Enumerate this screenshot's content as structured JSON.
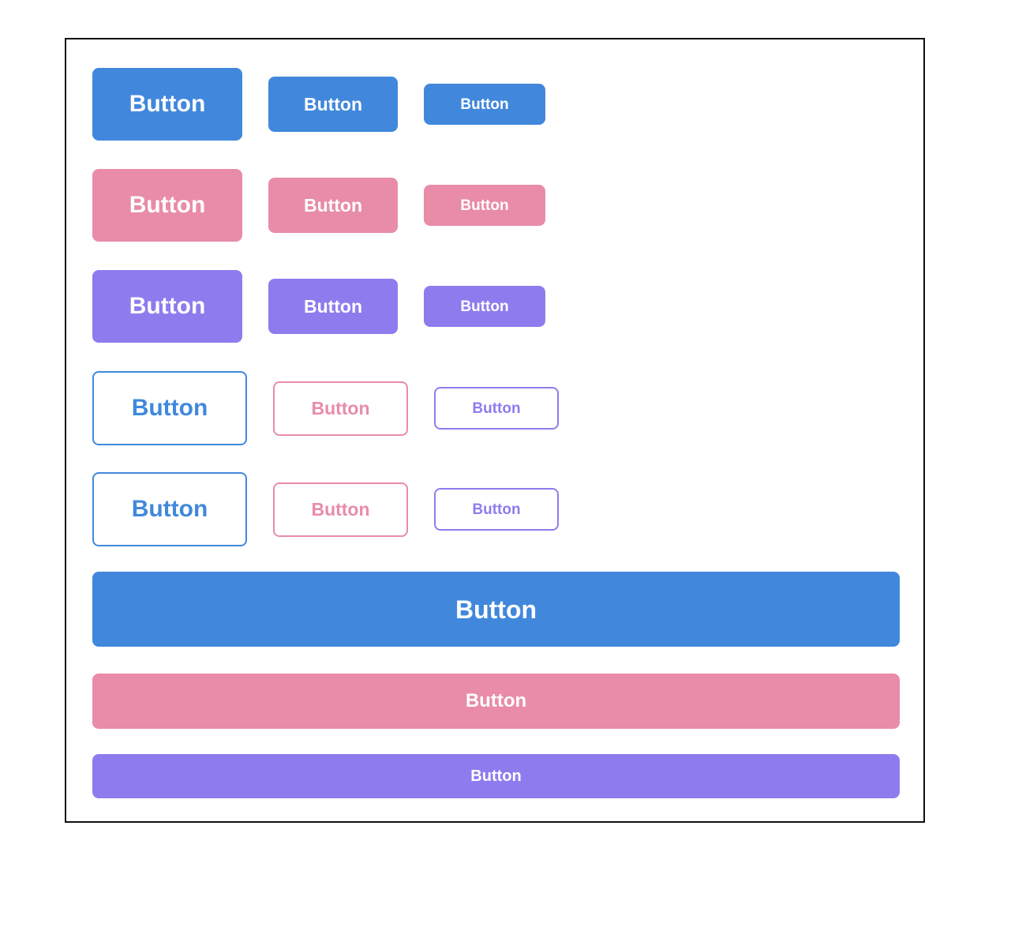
{
  "colors": {
    "blue": "#4188DC",
    "pink": "#E88CA8",
    "purple": "#8E7CEE",
    "text_on_solid": "#FFFFFF",
    "panel_border": "#111111"
  },
  "rows": [
    {
      "name": "solid-blue",
      "variant": "solid",
      "buttons": [
        {
          "size": "large",
          "color": "blue",
          "label": "Button"
        },
        {
          "size": "medium",
          "color": "blue",
          "label": "Button"
        },
        {
          "size": "small",
          "color": "blue",
          "label": "Button"
        }
      ]
    },
    {
      "name": "solid-pink",
      "variant": "solid",
      "buttons": [
        {
          "size": "large",
          "color": "pink",
          "label": "Button"
        },
        {
          "size": "medium",
          "color": "pink",
          "label": "Button"
        },
        {
          "size": "small",
          "color": "pink",
          "label": "Button"
        }
      ]
    },
    {
      "name": "solid-purple",
      "variant": "solid",
      "buttons": [
        {
          "size": "large",
          "color": "purple",
          "label": "Button"
        },
        {
          "size": "medium",
          "color": "purple",
          "label": "Button"
        },
        {
          "size": "small",
          "color": "purple",
          "label": "Button"
        }
      ]
    },
    {
      "name": "outline-row-1",
      "variant": "outline",
      "buttons": [
        {
          "size": "large",
          "color": "blue",
          "label": "Button"
        },
        {
          "size": "medium",
          "color": "pink",
          "label": "Button"
        },
        {
          "size": "small",
          "color": "purple",
          "label": "Button"
        }
      ]
    },
    {
      "name": "outline-row-2",
      "variant": "outline",
      "buttons": [
        {
          "size": "large",
          "color": "blue",
          "label": "Button"
        },
        {
          "size": "medium",
          "color": "pink",
          "label": "Button"
        },
        {
          "size": "small",
          "color": "purple",
          "label": "Button"
        }
      ]
    }
  ],
  "block_buttons": [
    {
      "size": "large",
      "color": "blue",
      "label": "Button"
    },
    {
      "size": "medium",
      "color": "pink",
      "label": "Button"
    },
    {
      "size": "small",
      "color": "purple",
      "label": "Button"
    }
  ]
}
